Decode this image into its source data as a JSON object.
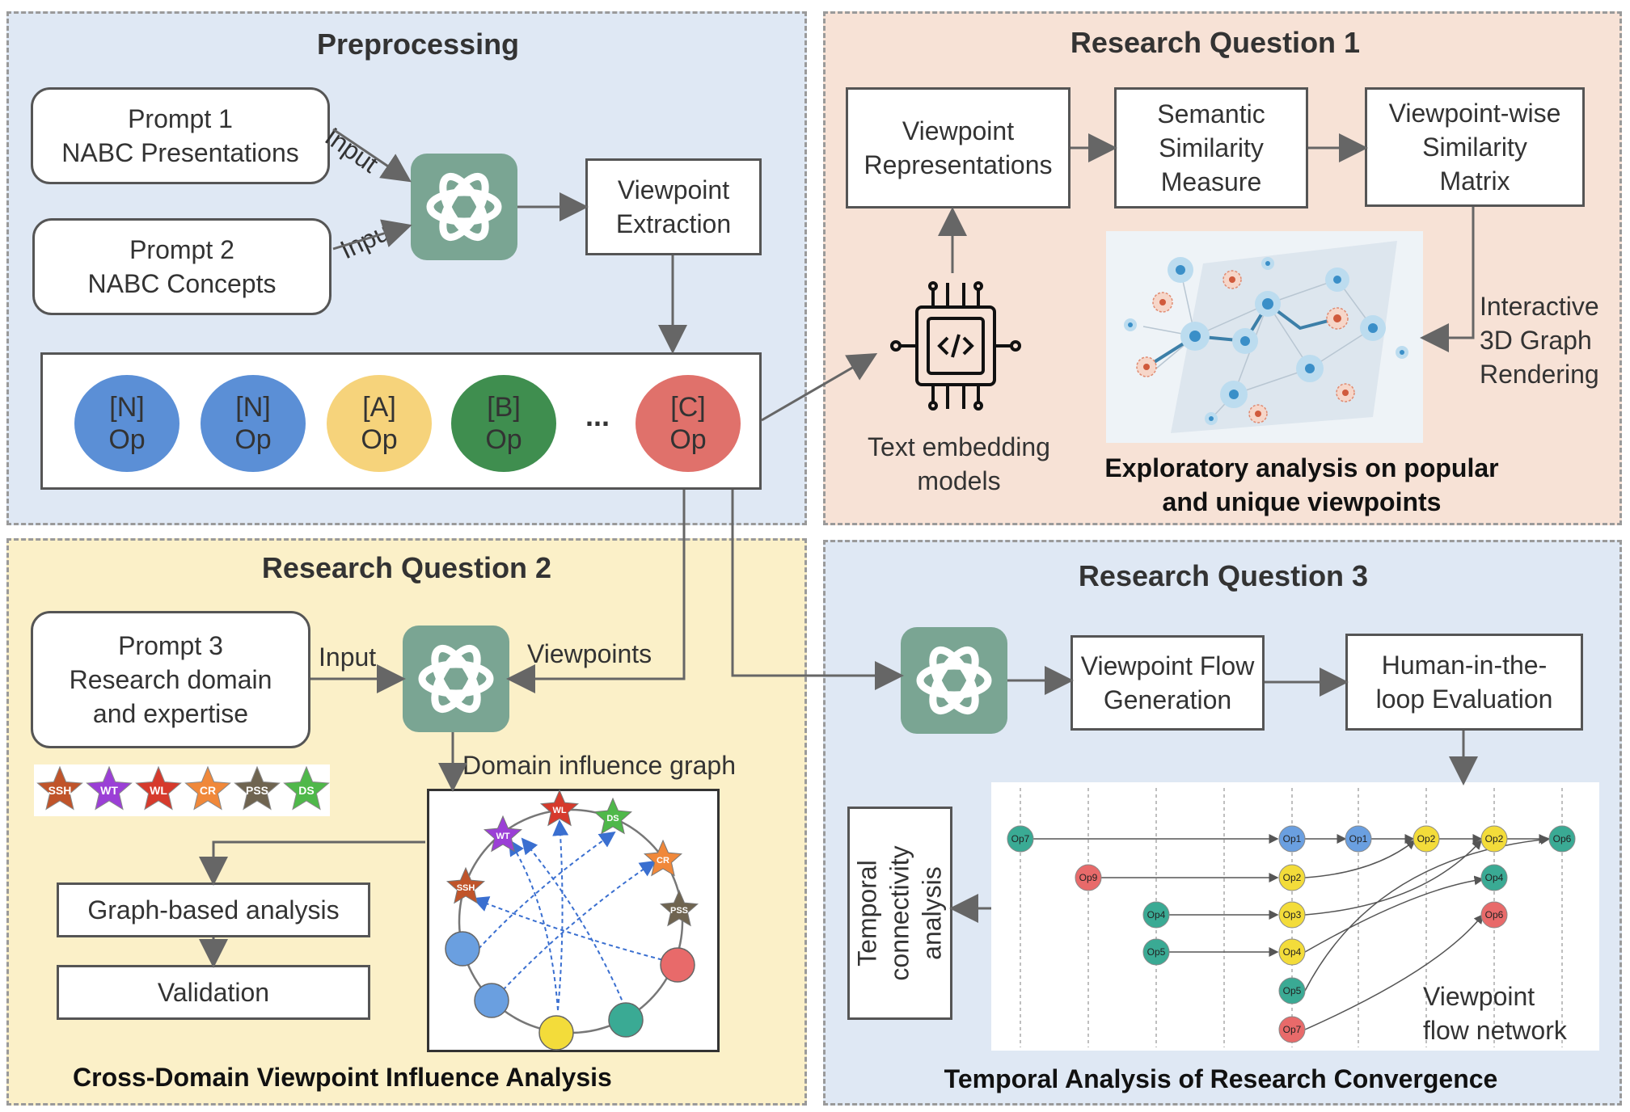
{
  "preprocessing": {
    "title": "Preprocessing",
    "prompt1": "Prompt 1\nNABC Presentations",
    "prompt2": "Prompt 2\nNABC Concepts",
    "input1": "Input",
    "input2": "Input",
    "viewpoint_extraction": "Viewpoint\nExtraction",
    "ops": [
      {
        "label": "[N]\nOp",
        "color": "#5b8fd6"
      },
      {
        "label": "[N]\nOp",
        "color": "#5b8fd6"
      },
      {
        "label": "[A]\nOp",
        "color": "#f6d37b"
      },
      {
        "label": "[B]\nOp",
        "color": "#3f8e4f"
      },
      {
        "label": "[C]\nOp",
        "color": "#e0716b"
      }
    ],
    "ellipsis": "..."
  },
  "rq1": {
    "title": "Research Question 1",
    "viewpoint_representations": "Viewpoint\nRepresentations",
    "semantic_similarity": "Semantic\nSimilarity\nMeasure",
    "similarity_matrix": "Viewpoint-wise\nSimilarity\nMatrix",
    "rendering": "Interactive\n3D Graph\nRendering",
    "text_embedding": "Text embedding\nmodels",
    "exploratory": "Exploratory analysis on popular\nand unique viewpoints"
  },
  "rq2": {
    "title": "Research Question 2",
    "prompt3": "Prompt 3\nResearch domain\nand expertise",
    "input": "Input",
    "viewpoints": "Viewpoints",
    "domain_graph": "Domain influence graph",
    "graph_analysis": "Graph-based analysis",
    "validation": "Validation",
    "caption": "Cross-Domain Viewpoint Influence Analysis",
    "stars": [
      {
        "label": "SSH",
        "color": "#c0542a"
      },
      {
        "label": "WT",
        "color": "#9b3fd6"
      },
      {
        "label": "WL",
        "color": "#d63a2c"
      },
      {
        "label": "CR",
        "color": "#f0883a"
      },
      {
        "label": "PSS",
        "color": "#6f6450"
      },
      {
        "label": "DS",
        "color": "#4fb84a"
      }
    ]
  },
  "rq3": {
    "title": "Research Question 3",
    "flow_generation": "Viewpoint Flow\nGeneration",
    "human_eval": "Human-in-the-\nloop Evaluation",
    "temporal": "Temporal\nconnectivity\nanalysis",
    "flow_network": "Viewpoint\nflow network",
    "caption": "Temporal Analysis of Research Convergence",
    "nodes": [
      "Op7",
      "Op9",
      "Op4",
      "Op5",
      "Op1",
      "Op2",
      "Op3",
      "Op4",
      "Op5",
      "Op7",
      "Op1",
      "Op2",
      "Op2",
      "Op4",
      "Op6",
      "Op6"
    ]
  },
  "colors": {
    "pre_bg": "#dfe8f4",
    "rq1_bg": "#f7e2d6",
    "rq2_bg": "#fbf0c8",
    "rq3_bg": "#dfe8f4",
    "gpt": "#7aa593"
  }
}
